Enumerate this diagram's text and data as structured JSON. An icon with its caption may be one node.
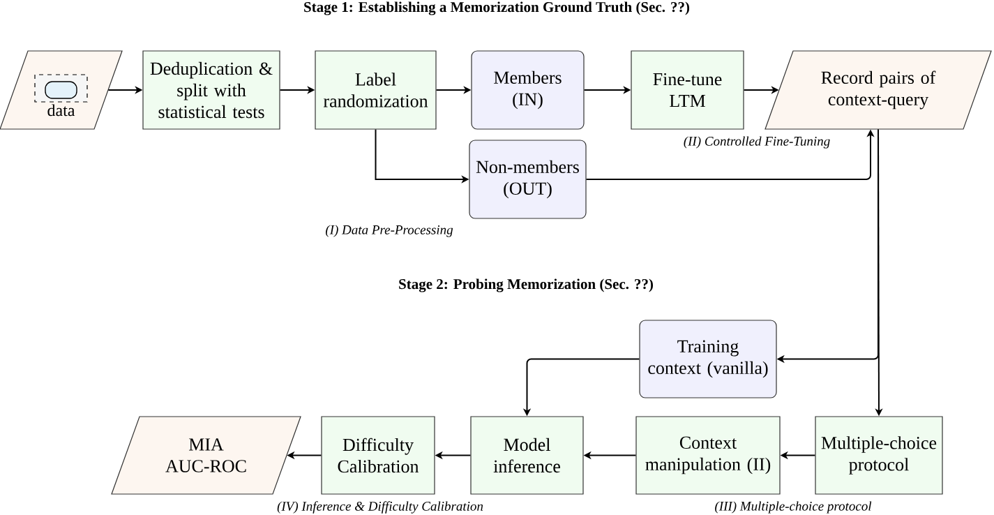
{
  "diagram": {
    "nodes": [
      {
        "text": [
          "data"
        ]
      },
      {
        "text": [
          "Deduplication & split with statistical tests"
        ]
      },
      {
        "text": [
          "Label randomization"
        ]
      },
      {
        "text": [
          "Members (IN)"
        ]
      },
      {
        "text": [
          "Fine-tune LTM"
        ]
      },
      {
        "text": [
          "Record pairs of context-query"
        ]
      },
      {
        "text": [
          "Non-members (OUT)"
        ]
      },
      {
        "text": [
          "Training context (vanilla)"
        ]
      },
      {
        "text": [
          "Multiple-choice protocol"
        ]
      },
      {
        "text": [
          "Context manipulation (II)"
        ]
      },
      {
        "text": [
          "Model inference"
        ]
      },
      {
        "text": [
          "Difficulty Calibration"
        ]
      },
      {
        "text": [
          "MIA AUC-ROC"
        ]
      }
    ],
    "edges": [
      {
        "from": 0,
        "to": 1,
        "arrow": "to"
      },
      {
        "from": 1,
        "to": 2,
        "arrow": "to"
      },
      {
        "from": 2,
        "to": 3,
        "arrow": "to"
      },
      {
        "from": 3,
        "to": 4,
        "arrow": "to"
      },
      {
        "from": 4,
        "to": 5,
        "arrow": "to"
      },
      {
        "from": 2,
        "to": 6,
        "arrow": "to"
      },
      {
        "from": 6,
        "to": 5,
        "arrow": "to"
      },
      {
        "from": 5,
        "to": 7,
        "arrow": "to"
      },
      {
        "from": 5,
        "to": 8,
        "arrow": "to"
      },
      {
        "from": 8,
        "to": 9,
        "arrow": "to"
      },
      {
        "from": 9,
        "to": 10,
        "arrow": "to"
      },
      {
        "from": 7,
        "to": 10,
        "arrow": "to"
      },
      {
        "from": 10,
        "to": 11,
        "arrow": "to"
      },
      {
        "from": 11,
        "to": 12,
        "arrow": "to"
      }
    ],
    "labels": [
      "Stage 1: Establishing a Memorization Ground Truth (Sec. ??)",
      "(II) Controlled Fine-Tuning",
      "(I) Data Pre-Processing",
      "Stage 2: Probing Memorization (Sec. ??)",
      "(IV) Inference & Difficulty Calibration",
      "(III) Multiple-choice protocol"
    ]
  }
}
